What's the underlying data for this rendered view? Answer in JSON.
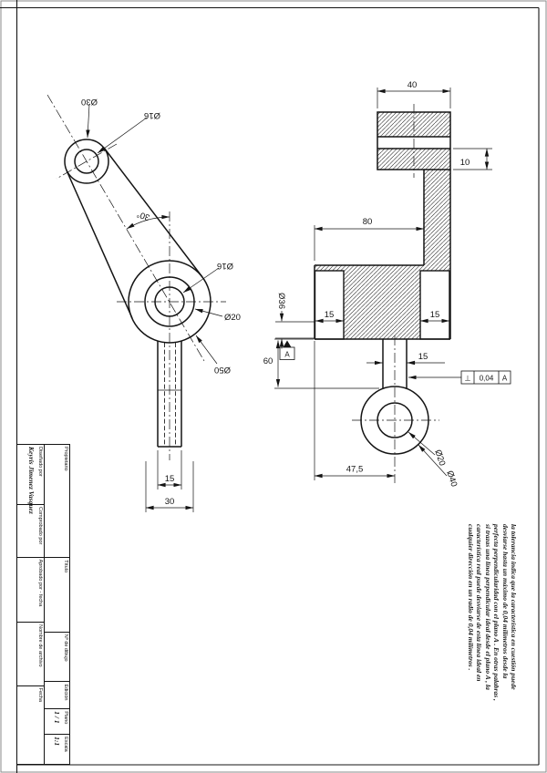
{
  "page": {
    "ink": "#141414",
    "paper": "#ffffff"
  },
  "title_block": {
    "propietario": {
      "label": "Propietario",
      "value": ""
    },
    "titulo": {
      "label": "Título",
      "value": ""
    },
    "num_dibujo": {
      "label": "Nº de dibujo",
      "value": ""
    },
    "edicion": {
      "label": "Edición",
      "value": ""
    },
    "plano": {
      "label": "Plano",
      "value": "1 / 1"
    },
    "escala": {
      "label": "Escala",
      "value": "1:1"
    },
    "disenado": {
      "label": "Diseñado por",
      "value": "Keyris Jimenez Vasquez"
    },
    "comprobado": {
      "label": "Comprobado por",
      "value": ""
    },
    "aprobado": {
      "label": "Aprobado por - fecha",
      "value": ""
    },
    "archivo": {
      "label": "Nombre de archivo",
      "value": ""
    },
    "fecha": {
      "label": "Fecha",
      "value": ""
    }
  },
  "front_view": {
    "d30": "Ø30",
    "d16_top": "Ø16",
    "angle": "30°",
    "d16": "Ø16",
    "d20": "Ø20",
    "d50": "Ø50",
    "w15": "15",
    "w30": "30"
  },
  "section_view": {
    "w40": "40",
    "t10": "10",
    "w80": "80",
    "b15_left": "15",
    "b15_right": "15",
    "d36": "Ø36",
    "h60": "60",
    "s15": "15",
    "w475": "47,5",
    "d20": "Ø20",
    "d40": "Ø40",
    "datum": "A",
    "tolerance": {
      "symbol": "⊥",
      "value": "0,04",
      "datum": "A"
    }
  },
  "note": "la tolerancia indica que la característica en cuestión puede desviarse hasta un máximo de 0,04 milímetros desde la perfecta perpendicularidad con el plano A . En otras palabras , si trazas una línea perpendicular ideal desde el plano A , la característica real puede desviarse de esta línea ideal en cualquier dirección en un radio de 0,04 milímetros ."
}
